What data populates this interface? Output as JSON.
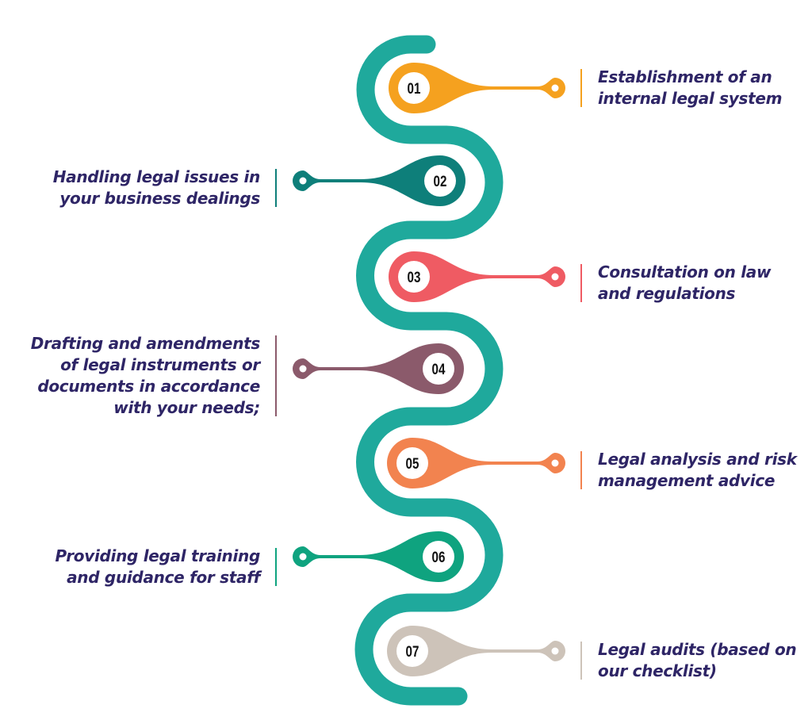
{
  "snake_color": "#1fa99c",
  "text_color": "#2e2566",
  "items": [
    {
      "number": "01",
      "side": "right",
      "color": "#f5a11f",
      "lines": [
        "Establishment of an",
        "internal legal system"
      ]
    },
    {
      "number": "02",
      "side": "left",
      "color": "#0e7f7a",
      "lines": [
        "Handling legal issues in",
        "your business dealings"
      ]
    },
    {
      "number": "03",
      "side": "right",
      "color": "#ef5b63",
      "lines": [
        "Consultation on law",
        "and regulations"
      ]
    },
    {
      "number": "04",
      "side": "left",
      "color": "#8b5a6b",
      "lines": [
        "Drafting and amendments",
        "of legal instruments or",
        "documents in accordance",
        "with your needs;"
      ]
    },
    {
      "number": "05",
      "side": "right",
      "color": "#f2834f",
      "lines": [
        "Legal analysis and risk",
        "management advice"
      ]
    },
    {
      "number": "06",
      "side": "left",
      "color": "#0fa37f",
      "lines": [
        "Providing legal training",
        "and guidance for staff"
      ]
    },
    {
      "number": "07",
      "side": "right",
      "color": "#cdc3b9",
      "lines": [
        "Legal audits (based on",
        "our checklist)"
      ]
    }
  ]
}
